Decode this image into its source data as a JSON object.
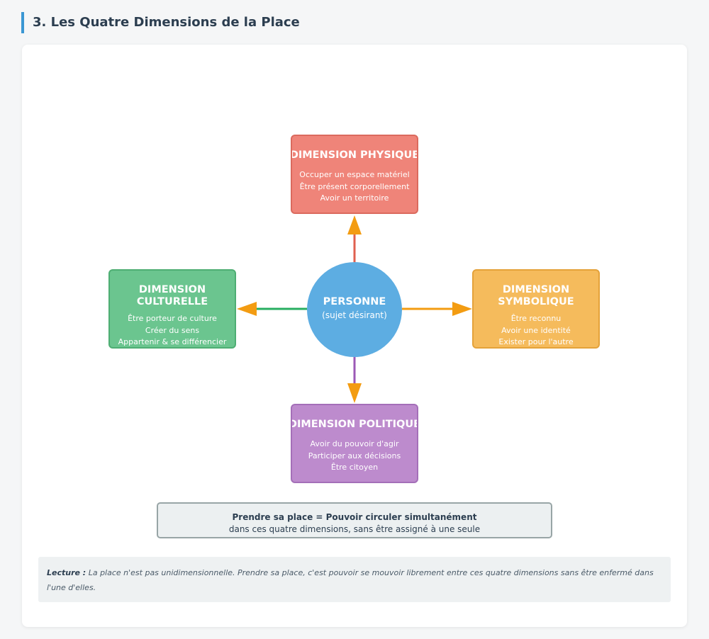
{
  "section": {
    "title": "3. Les Quatre Dimensions de la Place"
  },
  "diagram": {
    "center": {
      "title": "PERSONNE",
      "subtitle": "(sujet désirant)",
      "color": "#5dade2"
    },
    "physique": {
      "title": "DIMENSION PHYSIQUE",
      "lines": [
        "Occuper un espace matériel",
        "Être présent corporellement",
        "Avoir un territoire"
      ],
      "color": "#ef8479"
    },
    "culturelle": {
      "title": "DIMENSION CULTURELLE",
      "lines": [
        "Être porteur de culture",
        "Créer du sens",
        "Appartenir & se différencier"
      ],
      "color": "#6bc58f"
    },
    "symbolique": {
      "title": "DIMENSION SYMBOLIQUE",
      "lines": [
        "Être reconnu",
        "Avoir une identité",
        "Exister pour l'autre"
      ],
      "color": "#f5bb5c"
    },
    "politique": {
      "title": "DIMENSION POLITIQUE",
      "lines": [
        "Avoir du pouvoir d'agir",
        "Participer aux décisions",
        "Être citoyen"
      ],
      "color": "#bd8bcd"
    },
    "arrow_color": "#f39c12"
  },
  "summary": {
    "bold": "Prendre sa place = Pouvoir circuler simultanément",
    "normal": "dans ces quatre dimensions, sans être assigné à une seule"
  },
  "reading": {
    "label": "Lecture :",
    "text": "La place n'est pas unidimensionnelle. Prendre sa place, c'est pouvoir se mouvoir librement entre ces quatre dimensions sans être enfermé dans l'une d'elles."
  }
}
